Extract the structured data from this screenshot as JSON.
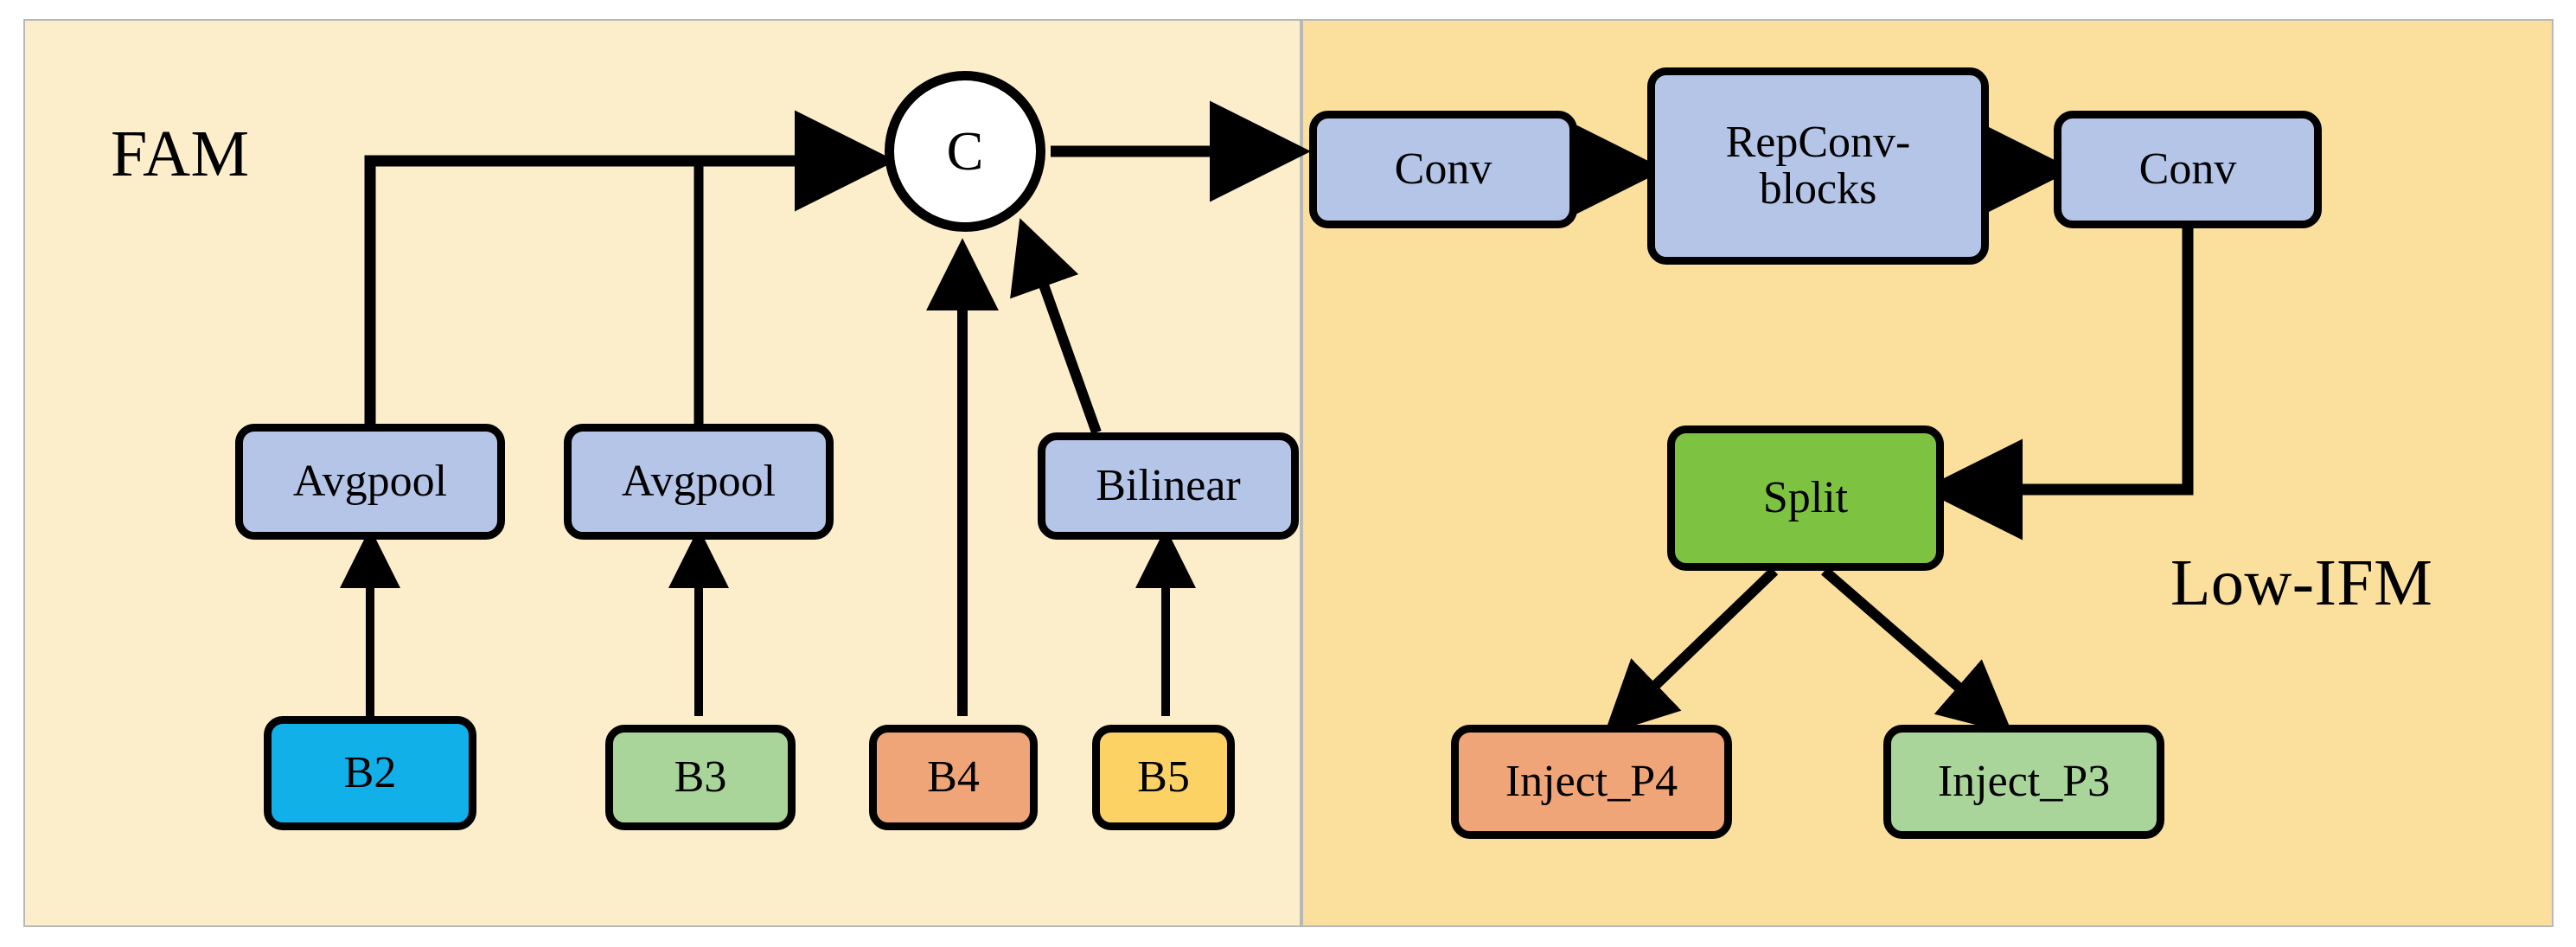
{
  "figure": {
    "panels": [
      {
        "id": "fam",
        "label": "FAM",
        "background": "#fdeecb"
      },
      {
        "id": "low_ifm",
        "label": "Low-IFM",
        "background": "#fbdf9c"
      }
    ],
    "junction": {
      "label": "C",
      "shape": "circle",
      "fill": "#ffffff"
    },
    "nodes": {
      "avgpool_1": {
        "label": "Avgpool",
        "color": "#b5c5e8"
      },
      "avgpool_2": {
        "label": "Avgpool",
        "color": "#b5c5e8"
      },
      "bilinear": {
        "label": "Bilinear",
        "color": "#b5c5e8"
      },
      "b2": {
        "label": "B2",
        "color": "#12b0e8"
      },
      "b3": {
        "label": "B3",
        "color": "#a9d49a"
      },
      "b4": {
        "label": "B4",
        "color": "#f0a579"
      },
      "b5": {
        "label": "B5",
        "color": "#fbd263"
      },
      "conv_1": {
        "label": "Conv",
        "color": "#b5c5e8"
      },
      "repconv_blocks": {
        "label": "RepConv-\nblocks",
        "color": "#b5c5e8"
      },
      "conv_2": {
        "label": "Conv",
        "color": "#b5c5e8"
      },
      "split": {
        "label": "Split",
        "color": "#7ec242"
      },
      "inject_p4": {
        "label": "Inject_P4",
        "color": "#f0a579"
      },
      "inject_p3": {
        "label": "Inject_P3",
        "color": "#a9d49a"
      }
    },
    "edges": [
      {
        "from": "b2",
        "to": "avgpool_1",
        "style": "arrow-up"
      },
      {
        "from": "b3",
        "to": "avgpool_2",
        "style": "arrow-up"
      },
      {
        "from": "b5",
        "to": "bilinear",
        "style": "arrow-up"
      },
      {
        "from": "avgpool_1",
        "to": "junction",
        "style": "elbow-arrow"
      },
      {
        "from": "avgpool_2",
        "to": "junction",
        "style": "elbow-arrow"
      },
      {
        "from": "b4",
        "to": "junction",
        "style": "arrow-up"
      },
      {
        "from": "bilinear",
        "to": "junction",
        "style": "diagonal-arrow"
      },
      {
        "from": "junction",
        "to": "conv_1",
        "style": "arrow-right"
      },
      {
        "from": "conv_1",
        "to": "repconv_blocks",
        "style": "arrow-right"
      },
      {
        "from": "repconv_blocks",
        "to": "conv_2",
        "style": "arrow-right"
      },
      {
        "from": "conv_2",
        "to": "split",
        "style": "elbow-arrow-left"
      },
      {
        "from": "split",
        "to": "inject_p4",
        "style": "diagonal-arrow"
      },
      {
        "from": "split",
        "to": "inject_p3",
        "style": "diagonal-arrow"
      }
    ]
  }
}
